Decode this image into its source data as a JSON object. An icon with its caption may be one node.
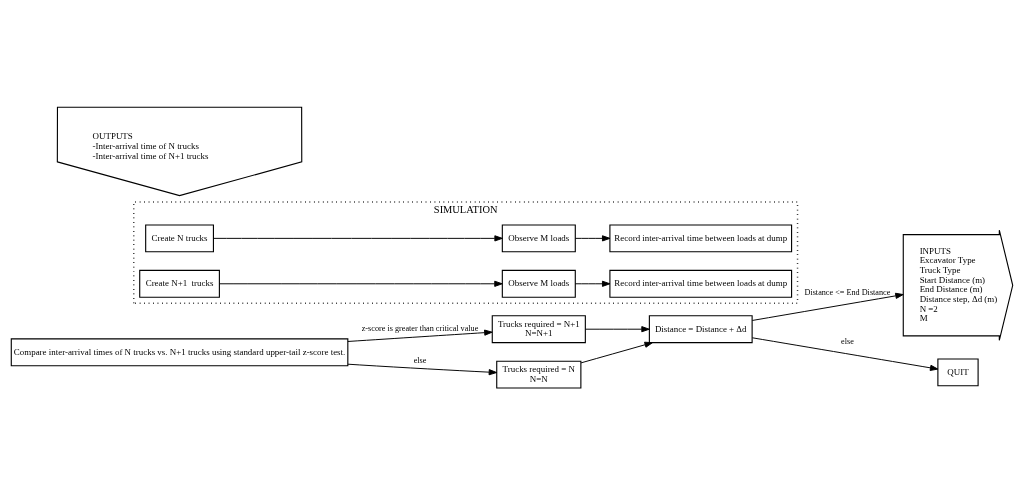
{
  "diagram": {
    "nodes": [
      {
        "text": [
          "INPUTS",
          "Excavator Type",
          "Truck Type",
          "Start Distance (m)",
          "End Distance (m)",
          "Distance step, Δd (m)",
          "N =2",
          "M"
        ]
      },
      {
        "text": [
          "SIMULATION"
        ]
      },
      {
        "text": [
          "Create N trucks"
        ],
        "in": 1
      },
      {
        "text": [
          "Observe M loads"
        ],
        "in": 1
      },
      {
        "text": [
          "Record inter-arrival time between loads at dump"
        ],
        "in": 1
      },
      {
        "text": [
          "Create N+1  trucks"
        ],
        "in": 1
      },
      {
        "text": [
          "Observe M loads"
        ],
        "in": 1
      },
      {
        "text": [
          "Record inter-arrival time between loads at dump"
        ],
        "in": 1
      },
      {
        "text": [
          "OUTPUTS",
          "-Inter-arrival time of N trucks",
          "-Inter-arrival time of N+1 trucks"
        ]
      },
      {
        "text": [
          "Compare inter-arrival times of N trucks vs. N+1 trucks using standard upper-tail z-score test."
        ]
      },
      {
        "text": [
          "Trucks required = N+1",
          "N=N+1"
        ]
      },
      {
        "text": [
          "Distance = Distance + Δd"
        ]
      },
      {
        "text": [
          "Trucks required = N",
          "N=N"
        ]
      },
      {
        "text": [
          "QUIT"
        ]
      }
    ],
    "edges": [
      {
        "from": 2,
        "to": 3,
        "arrow": "to"
      },
      {
        "from": 3,
        "to": 4,
        "arrow": "to"
      },
      {
        "from": 5,
        "to": 6,
        "arrow": "to"
      },
      {
        "from": 6,
        "to": 7,
        "arrow": "to"
      },
      {
        "from": 9,
        "to": 10,
        "arrow": "to",
        "label": "z-score is greater than critical value"
      },
      {
        "from": 9,
        "to": 12,
        "arrow": "to",
        "label": "else"
      },
      {
        "from": 10,
        "to": 11,
        "arrow": "to"
      },
      {
        "from": 12,
        "to": 11,
        "arrow": "to"
      },
      {
        "from": 11,
        "to": 0,
        "arrow": "to",
        "label": "Distance <= End Distance"
      },
      {
        "from": 11,
        "to": 13,
        "arrow": "to",
        "label": "else"
      }
    ]
  }
}
